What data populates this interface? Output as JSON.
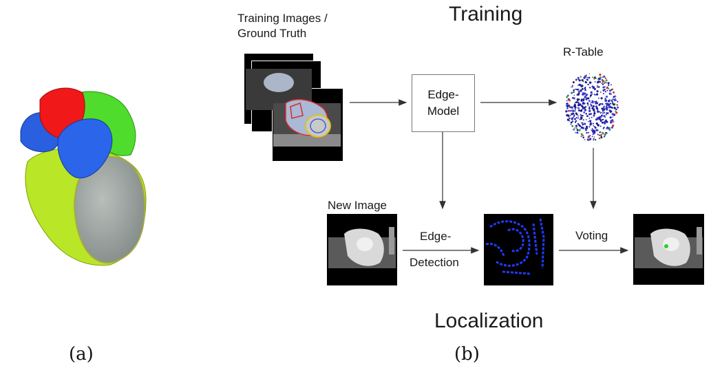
{
  "panel_a": {
    "caption": "(a)"
  },
  "panel_b": {
    "caption": "(b)",
    "section_training": "Training",
    "section_localization": "Localization",
    "training_images_label_line1": "Training Images /",
    "training_images_label_line2": "Ground Truth",
    "edge_model_line1": "Edge-",
    "edge_model_line2": "Model",
    "rtable_label": "R-Table",
    "new_image_label": "New Image",
    "edge_detection_line1": "Edge-",
    "edge_detection_line2": "Detection",
    "voting_label": "Voting"
  },
  "colors": {
    "arrow": "#333333",
    "box_border": "#777777"
  }
}
